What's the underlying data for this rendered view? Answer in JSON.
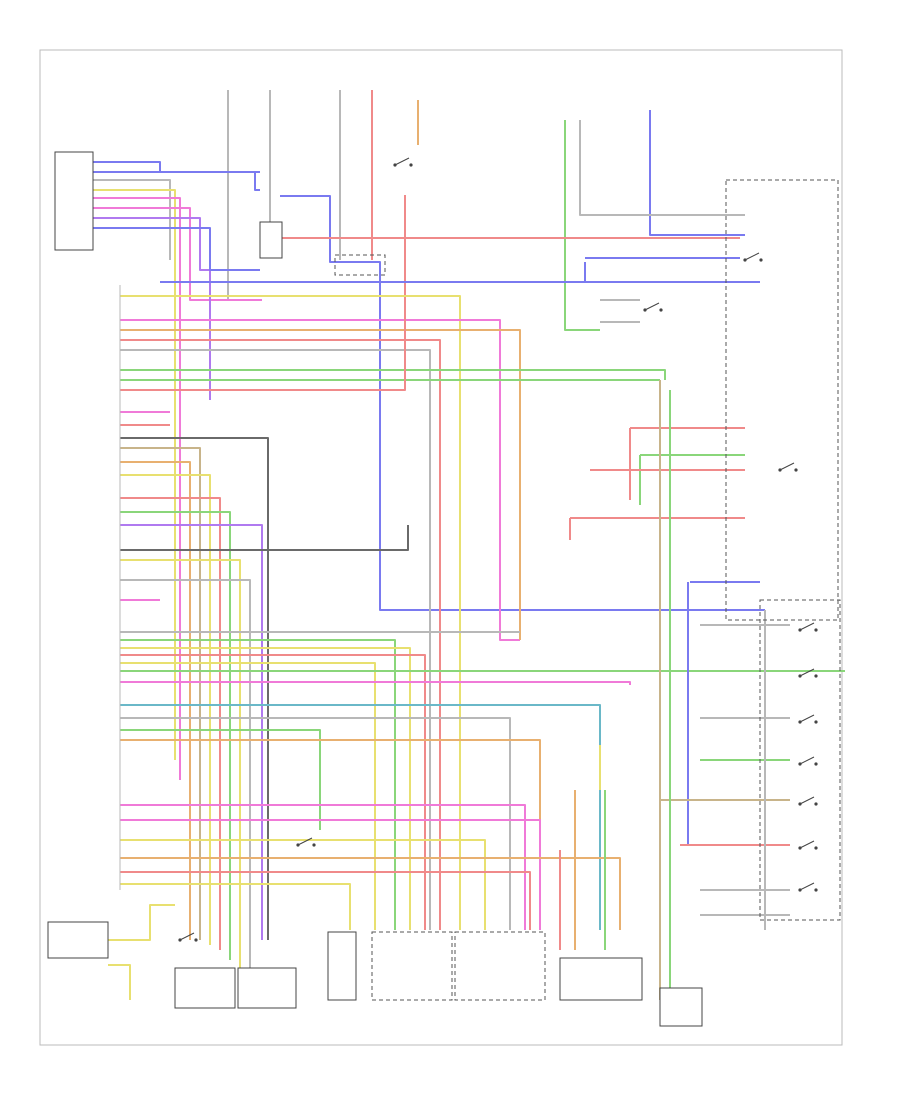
{
  "diagram": {
    "footer_left": "",
    "footer_center": "",
    "components": [
      {
        "id": "tcm",
        "label": ""
      },
      {
        "id": "neutral-safety",
        "label": ""
      },
      {
        "id": "selector-lever",
        "label": ""
      },
      {
        "id": "trans-range",
        "label": ""
      },
      {
        "id": "tcc-solenoid",
        "label": ""
      },
      {
        "id": "solenoids",
        "label": ""
      },
      {
        "id": "pressure-control",
        "label": ""
      },
      {
        "id": "engine-control",
        "label": ""
      },
      {
        "id": "trans-speed",
        "label": ""
      },
      {
        "id": "trans-input",
        "label": ""
      },
      {
        "id": "mode-switch",
        "label": ""
      },
      {
        "id": "shift-lock",
        "label": ""
      },
      {
        "id": "shift-lock-relay",
        "label": ""
      },
      {
        "id": "fuse-hot-run",
        "label": ""
      },
      {
        "id": "fuse-hot-all",
        "label": ""
      }
    ],
    "colors": {
      "red": "#f08a8a",
      "pink": "#f07ad8",
      "yellow": "#e8e070",
      "green": "#8ad67a",
      "blue": "#7a7af0",
      "violet": "#b07af0",
      "gray": "#b8b8b8",
      "orange": "#e8b070",
      "tan": "#c8b48a",
      "dark": "#6a6a6a",
      "cyan": "#6ab8c8"
    }
  }
}
